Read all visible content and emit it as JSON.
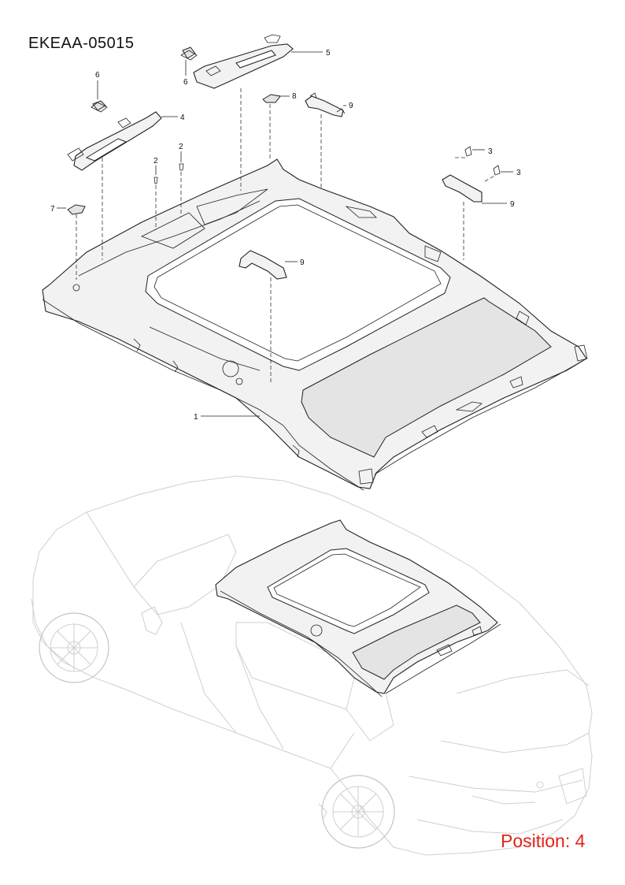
{
  "document": {
    "code": "EKEAA-05015",
    "position_label": "Position: 4"
  },
  "callouts": [
    {
      "id": "c1",
      "label": "1"
    },
    {
      "id": "c2a",
      "label": "2"
    },
    {
      "id": "c2b",
      "label": "2"
    },
    {
      "id": "c3a",
      "label": "3"
    },
    {
      "id": "c3b",
      "label": "3"
    },
    {
      "id": "c4",
      "label": "4"
    },
    {
      "id": "c5",
      "label": "5"
    },
    {
      "id": "c6a",
      "label": "6"
    },
    {
      "id": "c6b",
      "label": "6"
    },
    {
      "id": "c7",
      "label": "7"
    },
    {
      "id": "c8",
      "label": "8"
    },
    {
      "id": "c9a",
      "label": "9"
    },
    {
      "id": "c9b",
      "label": "9"
    },
    {
      "id": "c9c",
      "label": "9"
    }
  ],
  "colors": {
    "position_label": "#e2231a",
    "linework": "#222222",
    "vehicle_ghost": "#cfcfcf"
  }
}
